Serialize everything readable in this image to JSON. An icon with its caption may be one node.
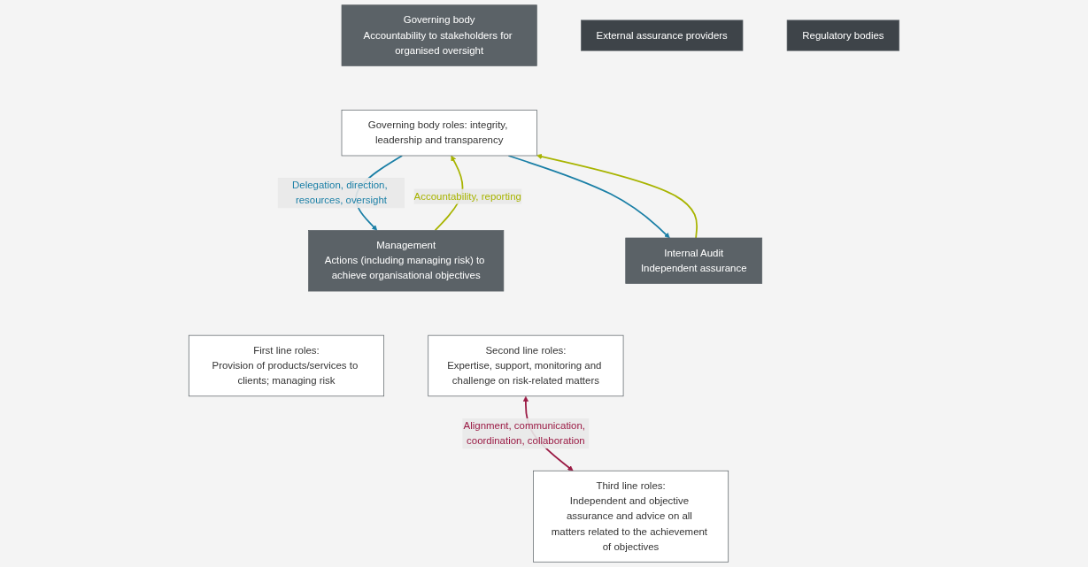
{
  "diagram": {
    "nodes": [
      {
        "text": [
          "Governing body",
          "Accountability to stakeholders for organised oversight"
        ]
      },
      {
        "text": [
          "Governing body roles: integrity, leadership and transparency"
        ]
      },
      {
        "text": [
          "Management",
          "Actions (including managing risk) to achieve organisational objectives"
        ]
      },
      {
        "text": [
          "First line roles:",
          "Provision of products/services to clients; managing risk"
        ]
      },
      {
        "text": [
          "Second line roles:",
          "Expertise, support, monitoring and challenge on risk-related matters"
        ]
      },
      {
        "text": [
          "Internal Audit",
          "Independent assurance"
        ]
      },
      {
        "text": [
          "Third line roles:",
          "Independent and objective assurance and advice on all matters related to the achievement of objectives"
        ]
      },
      {
        "text": [
          "External assurance providers"
        ]
      },
      {
        "text": [
          "Regulatory bodies"
        ]
      }
    ],
    "edges": [
      {
        "from": 1,
        "to": 2,
        "arrow": "to",
        "label": "Delegation, direction, resources, oversight",
        "color": "#1a7fa6"
      },
      {
        "from": 2,
        "to": 1,
        "arrow": "to",
        "label": "Accountability, reporting",
        "color": "#a8b400"
      },
      {
        "from": 1,
        "to": 5,
        "arrow": "to",
        "color": "#1a7fa6"
      },
      {
        "from": 5,
        "to": 1,
        "arrow": "to",
        "color": "#a8b400"
      },
      {
        "from": 4,
        "to": 6,
        "arrow": "both",
        "label": "Alignment, communication, coordination, collaboration",
        "color": "#9b1b45"
      }
    ]
  }
}
